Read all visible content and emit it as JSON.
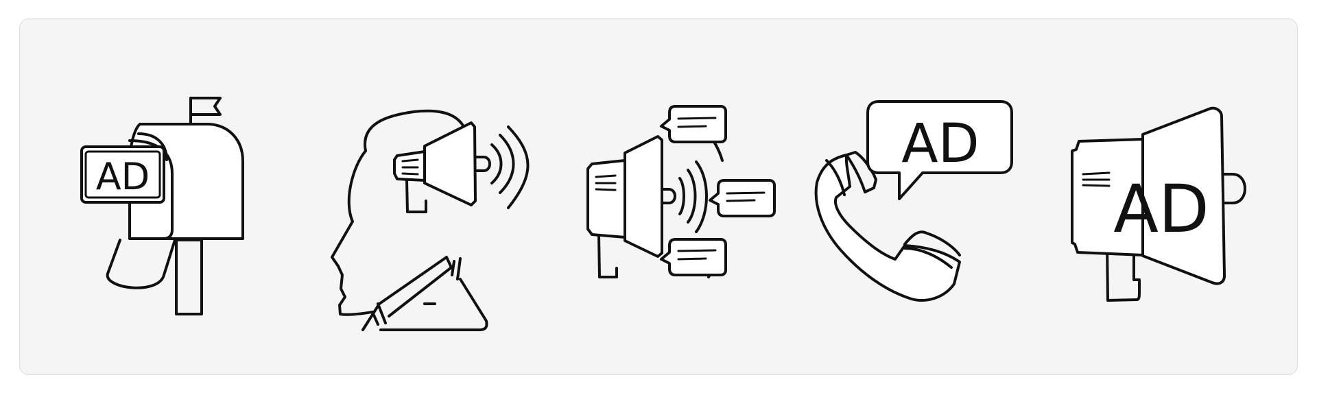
{
  "icons": [
    {
      "name": "mailbox-ad-icon",
      "label": "AD"
    },
    {
      "name": "head-megaphone-icon"
    },
    {
      "name": "megaphone-messages-icon"
    },
    {
      "name": "phone-ad-bubble-icon",
      "label": "AD"
    },
    {
      "name": "megaphone-ad-icon",
      "label": "AD"
    }
  ],
  "colors": {
    "stroke": "#111111",
    "card_background": "#f5f5f5",
    "card_border": "#dcdcdc",
    "page_background": "#ffffff"
  }
}
